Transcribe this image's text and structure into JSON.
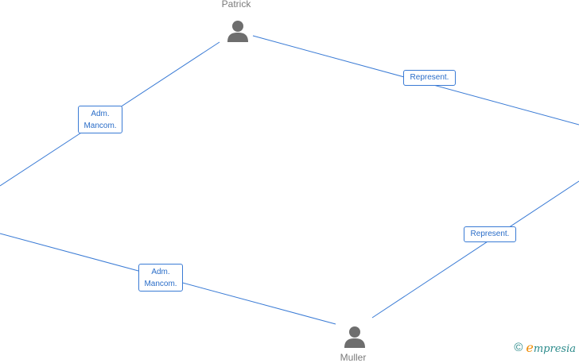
{
  "nodes": {
    "patrick": {
      "name": "Patrick"
    },
    "muller": {
      "name": "Muller"
    }
  },
  "edges": {
    "left_upper": {
      "line1": "Adm.",
      "line2": "Mancom."
    },
    "left_lower": {
      "line1": "Adm.",
      "line2": "Mancom."
    },
    "right_upper": {
      "label": "Represent."
    },
    "right_lower": {
      "label": "Represent."
    }
  },
  "brand": {
    "copyright": "©",
    "initial": "e",
    "rest": "mpresia"
  },
  "colors": {
    "edge": "#3a7bd5",
    "icon": "#6e6e6e"
  }
}
